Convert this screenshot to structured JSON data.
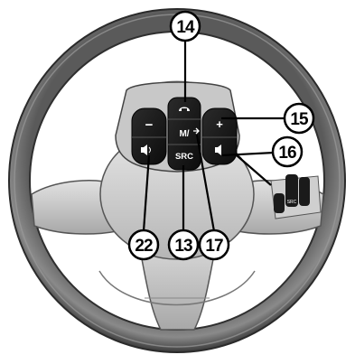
{
  "figure": {
    "subject": "steering-wheel-controls"
  },
  "controls": {
    "mode_label": "M/",
    "source_label": "SRC",
    "volume_up_symbol": "+",
    "volume_down_symbol": "−",
    "inset_source_label": "SRC"
  },
  "callouts": [
    {
      "id": "c14",
      "label": "14"
    },
    {
      "id": "c15",
      "label": "15"
    },
    {
      "id": "c16",
      "label": "16"
    },
    {
      "id": "c22",
      "label": "22"
    },
    {
      "id": "c13",
      "label": "13"
    },
    {
      "id": "c17",
      "label": "17"
    }
  ],
  "colors": {
    "wheel_rim": "#6e6e6e",
    "wheel_rim_dark": "#3e3e3e",
    "wheel_spoke": "#c9c9c9",
    "panel": "#1a1a1a",
    "callout_fill": "#ffffff",
    "callout_stroke": "#000000"
  }
}
